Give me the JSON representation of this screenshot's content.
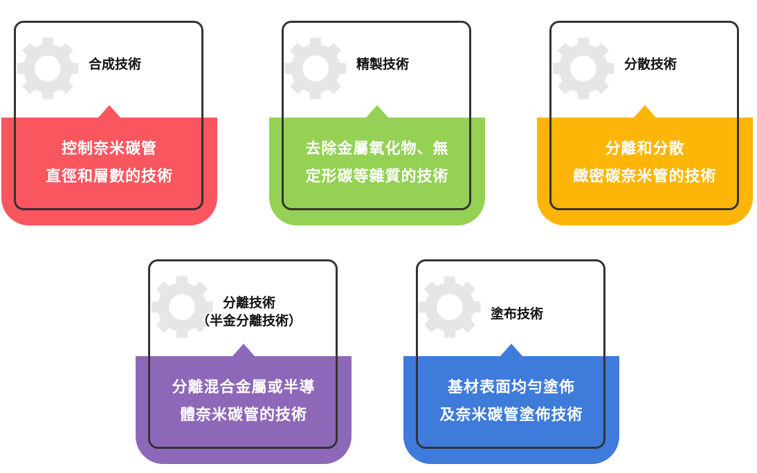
{
  "colors": {
    "red": "#f9565f",
    "green": "#94d155",
    "yellow": "#fdb508",
    "purple": "#8e68b8",
    "blue": "#3e7bdb",
    "gear": "#e6e6e6",
    "frame": "#333333"
  },
  "cards": [
    {
      "title": "合成技術",
      "desc_lines": [
        "控制奈米碳管",
        "直徑和層數的技術"
      ],
      "color_key": "red",
      "icon": "gear-icon"
    },
    {
      "title": "精製技術",
      "desc_lines": [
        "去除金屬氧化物、無",
        "定形碳等雜質的技術"
      ],
      "color_key": "green",
      "icon": "gear-icon"
    },
    {
      "title": "分散技術",
      "desc_lines": [
        "分離和分散",
        "緻密碳奈米管的技術"
      ],
      "color_key": "yellow",
      "icon": "gear-icon"
    },
    {
      "title": "分離技術\n（半金分離技術）",
      "desc_lines": [
        "分離混合金屬或半導",
        "體奈米碳管的技術"
      ],
      "color_key": "purple",
      "icon": "gear-icon"
    },
    {
      "title": "塗布技術",
      "desc_lines": [
        "基材表面均勻塗佈",
        "及奈米碳管塗佈技術"
      ],
      "color_key": "blue",
      "icon": "gear-icon"
    }
  ]
}
